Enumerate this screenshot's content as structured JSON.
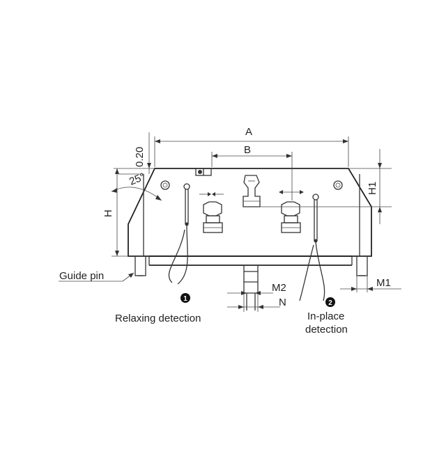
{
  "dimensions": {
    "A": "A",
    "B": "B",
    "H": "H",
    "H1": "H1",
    "M1": "M1",
    "M2": "M2",
    "N": "N",
    "gap": "0.20",
    "angle": "25°"
  },
  "labels": {
    "guide_pin": "Guide pin",
    "relaxing_detection": "Relaxing detection",
    "in_place_line1": "In-place",
    "in_place_line2": "detection"
  },
  "markers": {
    "m1": "1",
    "m2": "2"
  }
}
